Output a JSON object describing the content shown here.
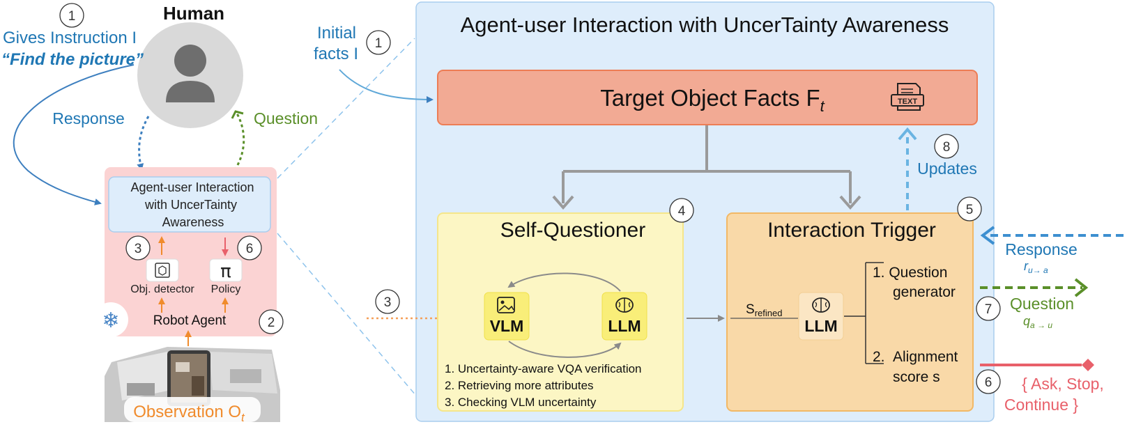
{
  "human": {
    "title": "Human",
    "step_instruction": "1",
    "instruction_line1": "Gives Instruction I",
    "instruction_line2": "“Find the picture”",
    "response_label": "Response",
    "question_label": "Question"
  },
  "robot": {
    "auita_line1": "Agent-user Interaction",
    "auita_line2": "with UncerTainty",
    "auita_line3": "Awareness",
    "step_detector": "3",
    "step_policy": "6",
    "detector_label": "Obj. detector",
    "policy_symbol": "π",
    "agent_label": "Robot Agent",
    "step_agent": "2",
    "observation_label": "Observation O",
    "observation_sub": "t"
  },
  "main": {
    "title": "Agent-user Interaction with UncerTainty Awareness",
    "initial_facts_line1": "Initial",
    "initial_facts_line2": "facts I",
    "step_initial": "1",
    "facts_box_label": "Target Object Facts F",
    "facts_box_sub": "t",
    "text_icon_label": "TEXT",
    "step_updates": "8",
    "updates_label": "Updates",
    "step_observation": "3",
    "obs_label": "O",
    "obs_sub": "t"
  },
  "self_questioner": {
    "title": "Self-Questioner",
    "step": "4",
    "vlm_label": "VLM",
    "llm_label": "LLM",
    "items": [
      "1. Uncertainty-aware VQA verification",
      "2. Retrieving more attributes",
      "3. Checking VLM uncertainty"
    ]
  },
  "interaction_trigger": {
    "title": "Interaction Trigger",
    "step": "5",
    "s_refined": "S",
    "s_refined_sub": "refined",
    "llm_label": "LLM",
    "option1_line1": "1. Question",
    "option1_line2": "generator",
    "option2_num": "2.",
    "option2_line1": "Alignment",
    "option2_line2": "score s"
  },
  "right_side": {
    "response_label": "Response",
    "response_sub": "r",
    "response_subsub": "u→ a",
    "step_question": "7",
    "question_label": "Question",
    "question_sub": "q",
    "question_subsub": "a → u",
    "step_decision": "6",
    "decision_line1": "{ Ask, Stop,",
    "decision_line2": "Continue }"
  },
  "colors": {
    "blue": "#1f77b4",
    "green": "#5a8f29",
    "orange": "#f08b2c",
    "red": "#e8606a",
    "light_blue_panel": "#deedfb",
    "salmon": "#f2aa94",
    "yellow_panel": "#fcf6c4",
    "orange_panel": "#f9d9a8",
    "pink_panel": "#fbd3d3"
  }
}
